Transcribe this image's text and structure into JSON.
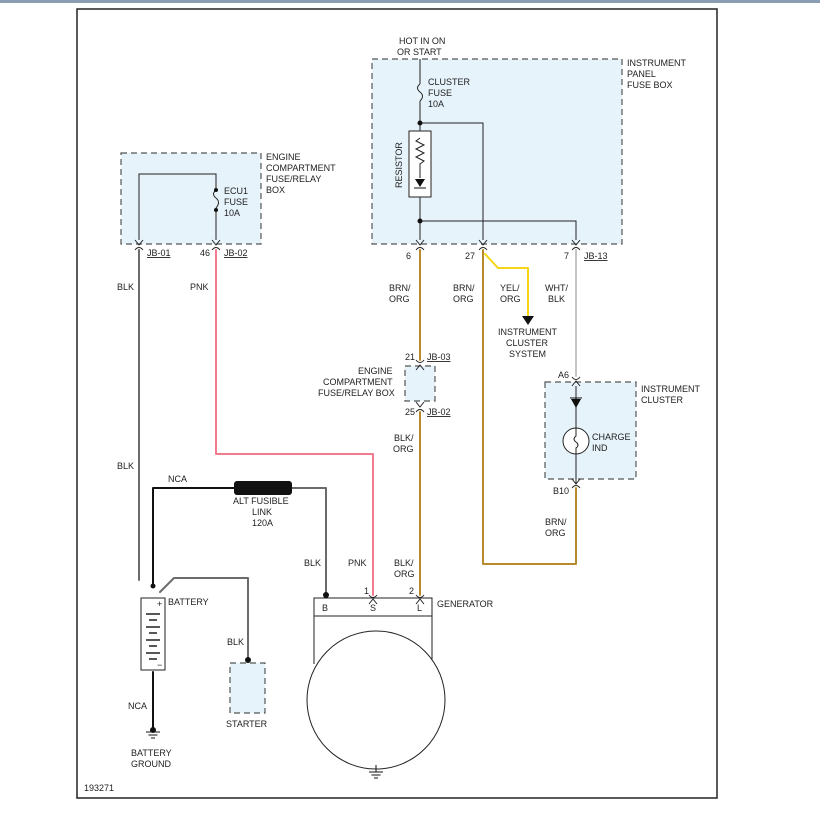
{
  "labels": {
    "hot_in": [
      "HOT IN ON",
      "OR START"
    ],
    "ip_fuse_box": [
      "INSTRUMENT",
      "PANEL",
      "FUSE BOX"
    ],
    "cluster_fuse": [
      "CLUSTER",
      "FUSE",
      "10A"
    ],
    "resistor": "RESISTOR",
    "ec_box_left": [
      "ENGINE",
      "COMPARTMENT",
      "FUSE/RELAY",
      "BOX"
    ],
    "ecu1_fuse": [
      "ECU1",
      "FUSE",
      "10A"
    ],
    "jb01": "JB-01",
    "pin_46": "46",
    "jb02_top": "JB-02",
    "pin_6": "6",
    "pin_27": "27",
    "pin_7": "7",
    "jb13": "JB-13",
    "wire_blk": "BLK",
    "wire_pnk": "PNK",
    "brn_org_a": [
      "BRN/",
      "ORG"
    ],
    "brn_org_b": [
      "BRN/",
      "ORG"
    ],
    "yel_org": [
      "YEL/",
      "ORG"
    ],
    "wht_blk": [
      "WHT/",
      "BLK"
    ],
    "ics": [
      "INSTRUMENT",
      "CLUSTER",
      "SYSTEM"
    ],
    "pin_21": "21",
    "jb03": "JB-03",
    "ec_box_mid": [
      "ENGINE",
      "COMPARTMENT",
      "FUSE/RELAY BOX"
    ],
    "pin_25": "25",
    "jb02_mid": "JB-02",
    "blk_org_a": [
      "BLK/",
      "ORG"
    ],
    "a6": "A6",
    "instrument_cluster": [
      "INSTRUMENT",
      "CLUSTER"
    ],
    "charge_ind": [
      "CHARGE",
      "IND"
    ],
    "b10": "B10",
    "brn_org_c": [
      "BRN/",
      "ORG"
    ],
    "wire_blk_2": "BLK",
    "nca_top": "NCA",
    "alt_link": [
      "ALT FUSIBLE",
      "LINK",
      "120A"
    ],
    "wire_blk_3": "BLK",
    "wire_pnk_2": "PNK",
    "blk_org_b": [
      "BLK/",
      "ORG"
    ],
    "pin_1": "1",
    "pin_2": "2",
    "gen_b": "B",
    "gen_s": "S",
    "gen_l": "L",
    "generator": "GENERATOR",
    "battery": "BATTERY",
    "wire_blk_4": "BLK",
    "starter": "STARTER",
    "nca_bottom": "NCA",
    "battery_ground": [
      "BATTERY",
      "GROUND"
    ],
    "figure_id": "193271"
  },
  "wire_colors": {
    "BLK": "#6b6b6b",
    "PNK": "#f27b8e",
    "BRN/ORG": "#b88a2e",
    "YEL/ORG": "#f5d515",
    "WHT/BLK": "#c4c4c4",
    "fuse_box_fill": "#e6f3fb"
  }
}
